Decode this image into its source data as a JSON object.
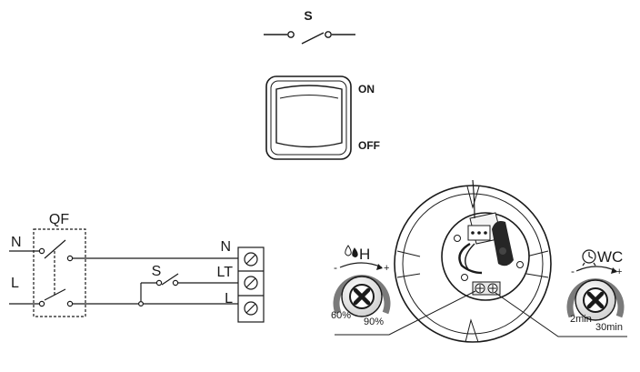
{
  "switch_symbol": {
    "label": "S"
  },
  "rocker_switch": {
    "on_label": "ON",
    "off_label": "OFF"
  },
  "wiring": {
    "breaker_label": "QF",
    "input_labels": [
      "N",
      "L"
    ],
    "switch_label": "S",
    "terminal_labels": [
      "N",
      "LT",
      "L"
    ]
  },
  "fan": {
    "humidity": {
      "label": "H",
      "icon": "humidity-icon",
      "min_label": "60%",
      "max_label": "90%",
      "minus": "-",
      "plus": "+"
    },
    "timer": {
      "label": "WC",
      "icon": "timer-icon",
      "min_label": "2min",
      "max_label": "30min",
      "minus": "-",
      "plus": "+"
    }
  },
  "colors": {
    "ink": "#1a1a1a",
    "dial_shade": "#7a7a7a",
    "dial_face": "#f2f2f2",
    "housing": "#2b2b2b"
  }
}
